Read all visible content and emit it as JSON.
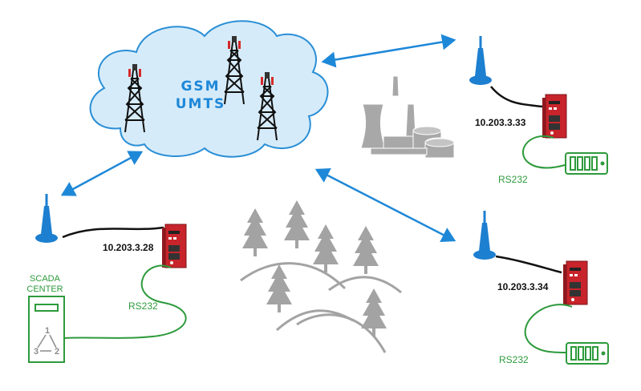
{
  "cloud": {
    "line1": "GSM",
    "line2": "UMTS"
  },
  "nodes": [
    {
      "ip": "10.203.3.33",
      "serial": "RS232"
    },
    {
      "ip": "10.203.3.28",
      "serial": "RS232"
    },
    {
      "ip": "10.203.3.34",
      "serial": "RS232"
    }
  ],
  "scada": {
    "line1": "SCADA",
    "line2": "CENTER",
    "n1": "1",
    "n2": "2",
    "n3": "3"
  },
  "colors": {
    "cloud_fill": "#d6ebf9",
    "cloud_stroke": "#2a8fd6",
    "antenna": "#1d7fd0",
    "router": "#c8242b",
    "rs_cable": "#2e9a3c",
    "arrow": "#1e88d8",
    "landscape": "#9a9a9a"
  }
}
